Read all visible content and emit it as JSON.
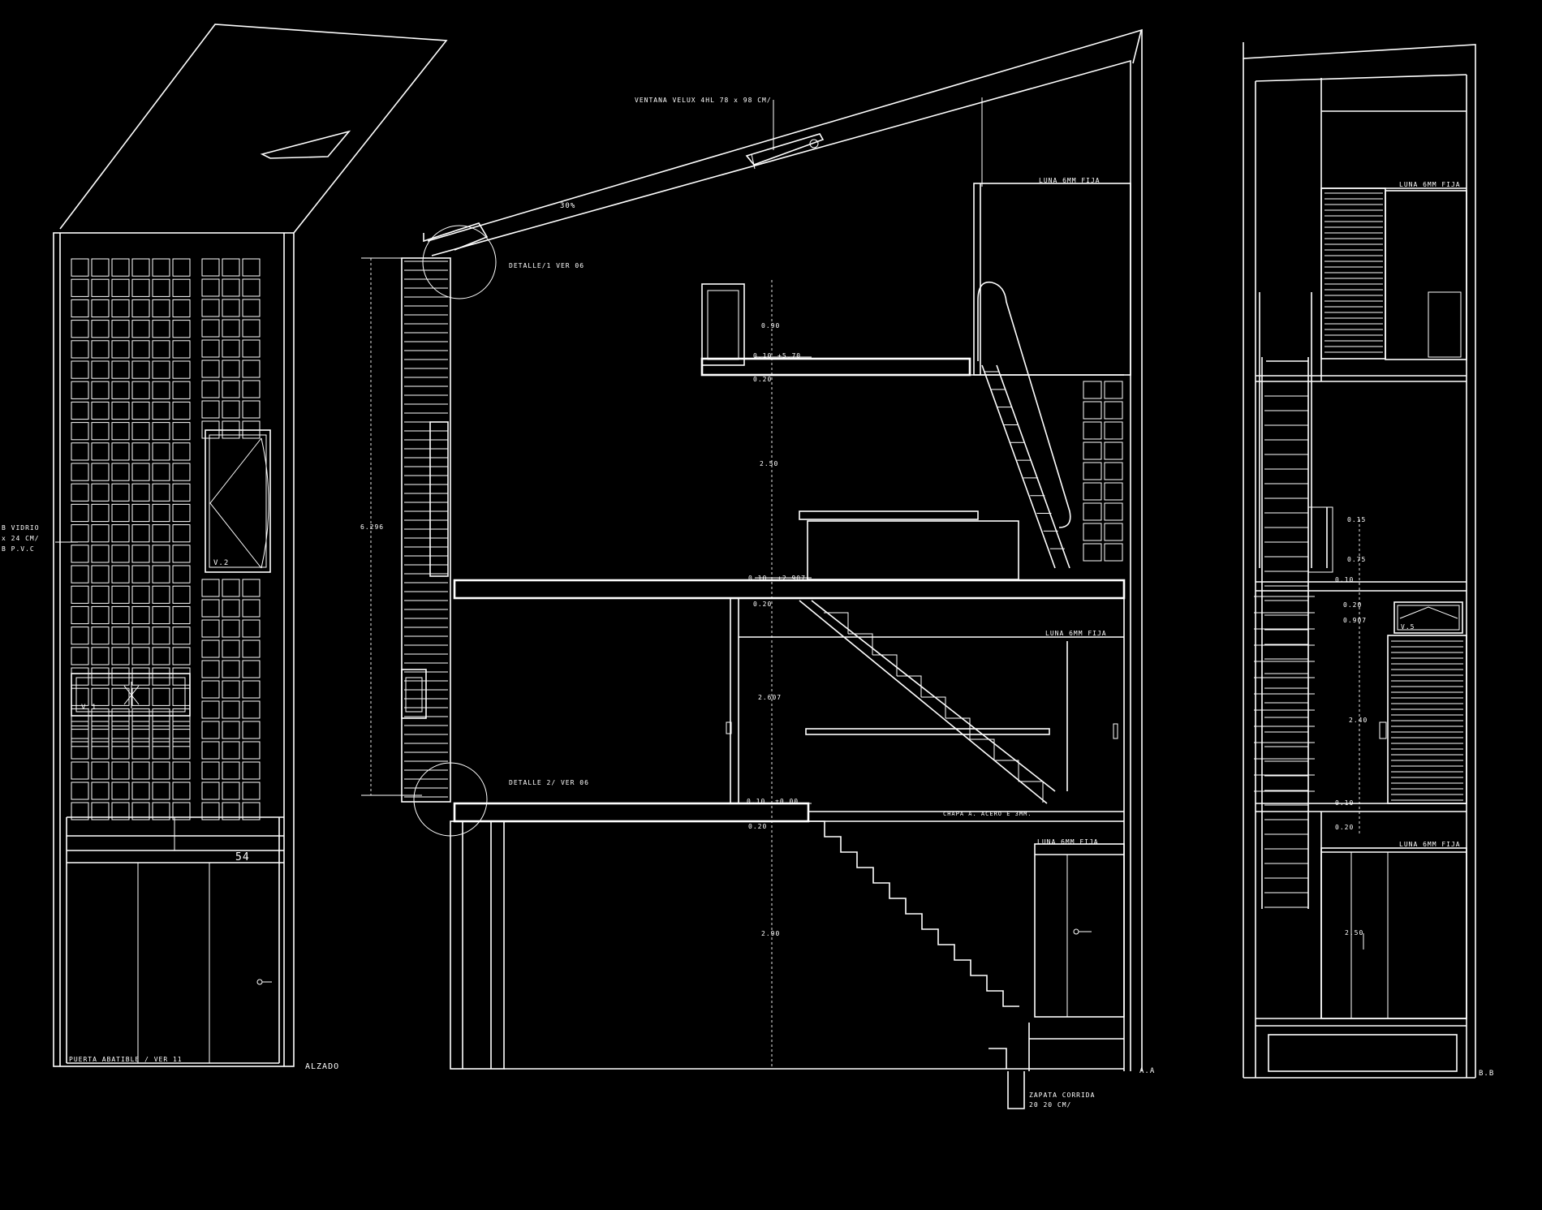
{
  "colors": {
    "background": "#000000",
    "line": "#ffffff"
  },
  "views": {
    "alzado": {
      "title": "ALZADO",
      "window_label": "V.1",
      "window2_label": "V.2",
      "dimension_label": "54",
      "door_note": "PUERTA ABATIBLE / VER 11"
    },
    "section_aa": {
      "title": "A.A"
    },
    "section_bb": {
      "title": "B.B"
    }
  },
  "annotations": {
    "glass_block_1": "B VIDRIO",
    "glass_block_2": "x 24 CM/",
    "glass_block_3": "B P.V.C",
    "roof_window": "VENTANA VELUX 4HL  78 x 98 CM/",
    "roof_slope": "30%",
    "detail_1": "DETALLE/1  VER 06",
    "detail_2": "DETALLE 2/ VER 06",
    "fixed_glass_1": "LUNA 6MM FIJA",
    "fixed_glass_2": "LUNA 6MM FIJA",
    "fixed_glass_3": "LUNA 6MM FIJA",
    "fixed_glass_4": "LUNA 6MM FIJA",
    "fixed_glass_5": "LUNA 6MM FIJA",
    "steel_plate": "CHAPA A. ACERO E 3MM.",
    "footing_1": "ZAPATA CORRIDA",
    "footing_2": "20 20 CM/",
    "window_v5": "V.5"
  },
  "dimensions": {
    "total_height": "6.296",
    "d_090": "0.90",
    "d_010_top": "0.10",
    "d_570": "+5.70",
    "d_020_top": "0.20",
    "d_250": "2.50",
    "d_010_mid": "0.10",
    "d_2907": "+2.907",
    "d_020_mid": "0.20",
    "d_2607": "2.607",
    "d_010_low": "0.10",
    "d_000": "±0.00",
    "d_020_low": "0.20",
    "d_290": "2.90",
    "bb_015": "0.15",
    "bb_075": "0.75",
    "bb_010": "0.10",
    "bb_020_a": "0.20",
    "bb_0907": "0.907",
    "bb_240": "2.40",
    "bb_010_b": "0.10",
    "bb_020_b": "0.20",
    "bb_250": "2.50"
  }
}
